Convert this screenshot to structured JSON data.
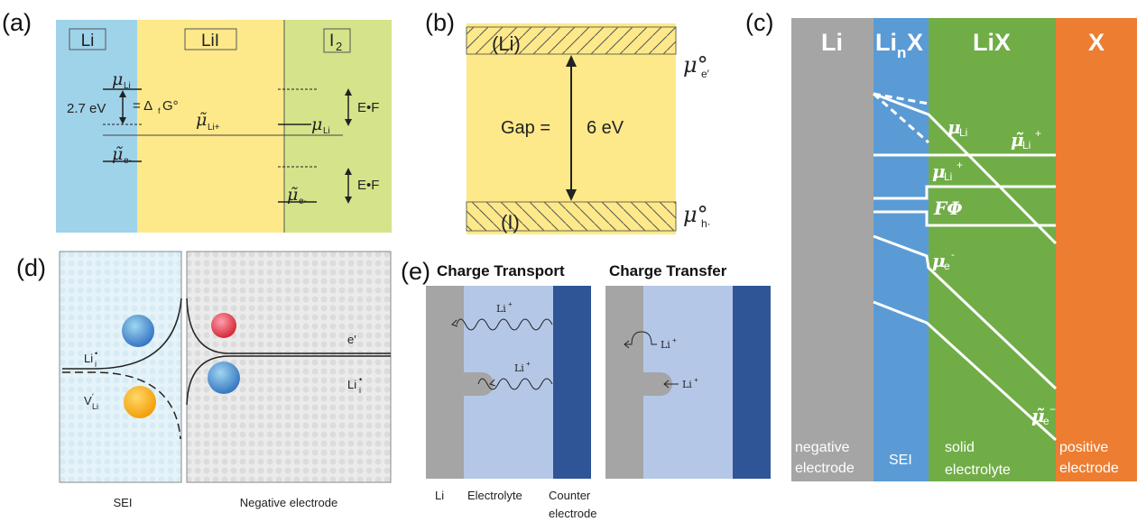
{
  "panels": {
    "a": {
      "label": "(a)",
      "colors": {
        "li": "#9fd3ea",
        "lii": "#fde98a",
        "i2": "#d5e38a"
      },
      "regions": [
        "Li",
        "LiI",
        "I"
      ],
      "i2_subscript": "2",
      "mu": "μ",
      "mu_tilde": "μ̃",
      "sub_li": "Li",
      "sub_li_plus": "Li+",
      "sub_e_minus": "e-",
      "gap_value": "2.7 eV",
      "delta_g": "= Δ",
      "delta_g_sub": "f",
      "delta_g_tail": "G°",
      "ef_label_1": "E•F",
      "ef_label_2": "E•F"
    },
    "b": {
      "label": "(b)",
      "color": "#fde98a",
      "top_band": "(Li)",
      "bottom_band": "(I)",
      "gap_text": "Gap =",
      "gap_value": "6 eV",
      "mu_e": "μ°",
      "mu_e_sub": "e′",
      "mu_h": "μ°",
      "mu_h_sub": "h·"
    },
    "c": {
      "label": "(c)",
      "colors": {
        "li": "#a5a5a5",
        "linx": "#5b9bd5",
        "lix": "#70ad47",
        "x": "#ed7d31"
      },
      "headers": {
        "li": "Li",
        "linx_a": "Li",
        "linx_sub": "n",
        "linx_b": "X",
        "lix": "LiX",
        "x": "X"
      },
      "curve_labels": {
        "mu_li": "μ",
        "mu_li_sub": "Li",
        "mu_tilde_li_plus": "μ̃",
        "mu_tilde_li_plus_sub": "Li",
        "mu_tilde_li_plus_sup": "+",
        "mu_li_plus": "μ",
        "mu_li_plus_sub": "Li",
        "mu_li_plus_sup": "+",
        "f_phi": "FΦ",
        "mu_e": "μ",
        "mu_e_sub": "e",
        "mu_e_sup": "-",
        "mu_tilde_e": "μ̃",
        "mu_tilde_e_sub": "e",
        "mu_tilde_e_sup": "−"
      },
      "footers": {
        "li": [
          "negative",
          "electrode"
        ],
        "linx": [
          "SEI"
        ],
        "lix": [
          "solid",
          "electrolyte"
        ],
        "x": [
          "positive",
          "electrode"
        ]
      }
    },
    "d": {
      "label": "(d)",
      "colors": {
        "sei": "#e6f3f9",
        "electrode": "#e6e6e6",
        "li_ion": "#3f86cc",
        "vacancy": "#f5a300",
        "electron": "#e0303a"
      },
      "left_species_1": "Li",
      "left_species_1_sub": "i",
      "left_species_1_sup": "•",
      "left_species_2": "V",
      "left_species_2_sub": "Li",
      "left_species_2_sup": "′",
      "right_species_1": "e′",
      "right_species_2": "Li",
      "right_species_2_sub": "i",
      "right_species_2_sup": "•",
      "caption_left": "SEI",
      "caption_right": "Negative electrode"
    },
    "e": {
      "label": "(e)",
      "colors": {
        "li": "#a5a5a5",
        "electrolyte": "#b4c7e7",
        "counter": "#2f5597"
      },
      "title_left": "Charge Transport",
      "title_right": "Charge Transfer",
      "ion": "Li",
      "ion_sup": "+",
      "caption_li": "Li",
      "caption_electrolyte": "Electrolyte",
      "caption_counter": [
        "Counter",
        "electrode"
      ]
    }
  }
}
